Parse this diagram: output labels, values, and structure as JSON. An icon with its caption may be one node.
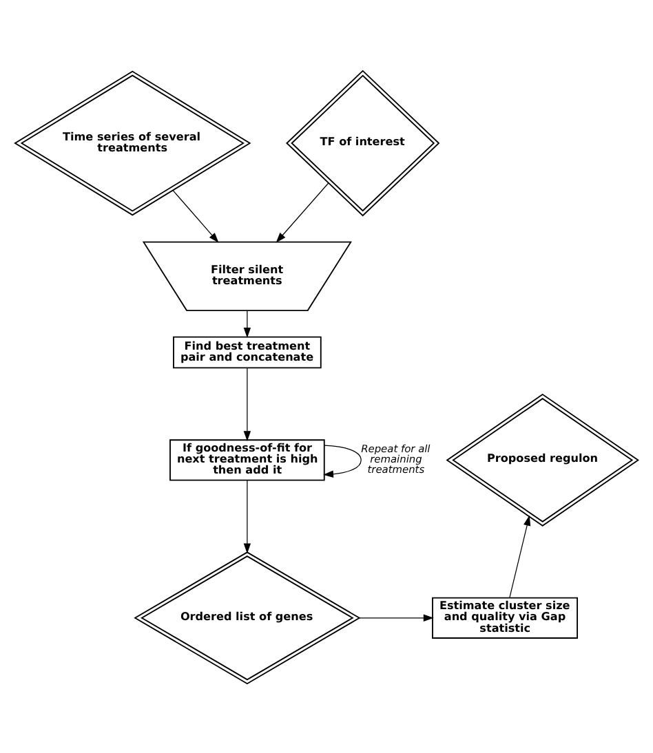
{
  "diagram": {
    "nodes": [
      {
        "text": [
          "Time series of several treatments"
        ]
      },
      {
        "text": [
          "TF of interest"
        ]
      },
      {
        "text": [
          "Filter silent treatments"
        ]
      },
      {
        "text": [
          "Find best treatment pair and concatenate"
        ]
      },
      {
        "text": [
          "If goodness-of-fit for next treatment is high then add it"
        ]
      },
      {
        "text": [
          "Ordered list of genes"
        ]
      },
      {
        "text": [
          "Estimate cluster size and quality via Gap statistic"
        ]
      },
      {
        "text": [
          "Proposed regulon"
        ]
      }
    ],
    "edges": [
      {
        "from": 0,
        "to": 2,
        "arrow": "to"
      },
      {
        "from": 1,
        "to": 2,
        "arrow": "to"
      },
      {
        "from": 2,
        "to": 3,
        "arrow": "to"
      },
      {
        "from": 3,
        "to": 4,
        "arrow": "to"
      },
      {
        "from": 4,
        "to": 4,
        "arrow": "to",
        "label": "Repeat for all remaining treatments"
      },
      {
        "from": 4,
        "to": 5,
        "arrow": "to"
      },
      {
        "from": 5,
        "to": 6,
        "arrow": "to"
      },
      {
        "from": 6,
        "to": 7,
        "arrow": "to"
      }
    ]
  }
}
